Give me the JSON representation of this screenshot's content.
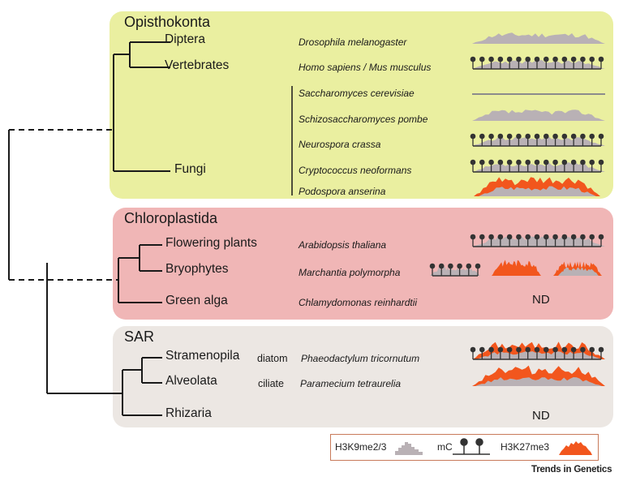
{
  "groups": {
    "opisthokonta": "Opisthokonta",
    "chloroplastida": "Chloroplastida",
    "sar": "SAR"
  },
  "clades": {
    "diptera": "Diptera",
    "vertebrates": "Vertebrates",
    "fungi": "Fungi",
    "flowering_plants": "Flowering plants",
    "bryophytes": "Bryophytes",
    "green_alga": "Green alga",
    "stramenopila": "Stramenopila",
    "alveolata": "Alveolata",
    "rhizaria": "Rhizaria"
  },
  "sublabels": {
    "diatom": "diatom",
    "ciliate": "ciliate"
  },
  "species": {
    "drosophila": "Drosophila melanogaster",
    "homo": "Homo sapiens / Mus musculus",
    "saccharomyces": "Saccharomyces cerevisiae",
    "schizo": "Schizosaccharomyces pombe",
    "neurospora": "Neurospora crassa",
    "cryptococcus": "Cryptococcus neoformans",
    "podospora": "Podospora anserina",
    "arabidopsis": "Arabidopsis thaliana",
    "marchantia": "Marchantia polymorpha",
    "chlamydomonas": "Chlamydomonas reinhardtii",
    "phaeodactylum": "Phaeodactylum tricornutum",
    "paramecium": "Paramecium tetraurelia"
  },
  "nd": "ND",
  "legend": {
    "h3k9": "H3K9me2/3",
    "mc": "mC",
    "h3k27": "H3K27me3"
  },
  "footer": "Trends in Genetics",
  "colors": {
    "opisthokonta_bg": "#eaefa0",
    "chloroplastida_bg": "#f0b6b6",
    "sar_bg": "#ece7e3",
    "h3k9": "#b9b1b5",
    "h3k27": "#f2561d",
    "mc": "#333333"
  }
}
